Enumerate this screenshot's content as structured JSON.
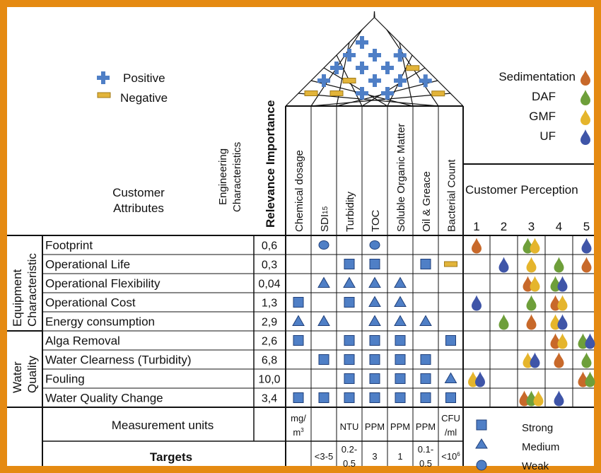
{
  "legend": {
    "positive": "Positive",
    "negative": "Negative",
    "colors": {
      "positive": "#4f7fc6",
      "negative": "#e2b43a"
    },
    "methods": [
      {
        "name": "Sedimentation",
        "color": "#c8692a"
      },
      {
        "name": "DAF",
        "color": "#6e9f3a"
      },
      {
        "name": "GMF",
        "color": "#e5b52c"
      },
      {
        "name": "UF",
        "color": "#3f55a8"
      }
    ]
  },
  "header": {
    "engineering_characteristics": [
      "Engineering",
      "Characteristics"
    ],
    "customer_attributes": [
      "Customer",
      "Attributes"
    ],
    "relevance_importance": "Relevance Importance",
    "customer_perception": "Customer Perception",
    "scale": [
      "1",
      "2",
      "3",
      "4",
      "5"
    ]
  },
  "engineering_columns": [
    "Chemical dosage",
    "SDI15",
    "Turbidity",
    "TOC",
    "Soluble Organic Matter",
    "Oil & Greace",
    "Bacterial Count"
  ],
  "groups": [
    {
      "label": [
        "Equipment",
        "Characteristic"
      ]
    },
    {
      "label": [
        "Water",
        "Quality"
      ]
    }
  ],
  "rows": [
    {
      "attribute": "Footprint",
      "importance": "0,6",
      "cells": [
        "",
        "weak",
        "",
        "weak",
        "",
        "",
        ""
      ],
      "perception": [
        [
          "sed"
        ],
        [],
        [
          "daf",
          "gmf"
        ],
        [],
        [
          "uf"
        ]
      ]
    },
    {
      "attribute": "Operational Life",
      "importance": "0,3",
      "cells": [
        "",
        "",
        "strong",
        "strong",
        "",
        "strong",
        "neg"
      ],
      "perception": [
        [],
        [
          "uf"
        ],
        [
          "gmf"
        ],
        [
          "daf"
        ],
        [
          "sed"
        ]
      ]
    },
    {
      "attribute": "Operational Flexibility",
      "importance": "0,04",
      "cells": [
        "",
        "medium",
        "medium",
        "medium",
        "medium",
        "",
        ""
      ],
      "perception": [
        [],
        [],
        [
          "sed",
          "gmf"
        ],
        [
          "daf",
          "uf"
        ],
        []
      ]
    },
    {
      "attribute": "Operational Cost",
      "importance": "1,3",
      "cells": [
        "strong",
        "",
        "strong",
        "medium",
        "medium",
        "",
        ""
      ],
      "perception": [
        [
          "uf"
        ],
        [],
        [
          "daf"
        ],
        [
          "sed",
          "gmf"
        ],
        []
      ]
    },
    {
      "attribute": "Energy consumption",
      "importance": "2,9",
      "cells": [
        "medium",
        "medium",
        "",
        "medium",
        "medium",
        "medium",
        ""
      ],
      "perception": [
        [],
        [
          "daf"
        ],
        [
          "sed"
        ],
        [
          "gmf",
          "uf"
        ],
        []
      ]
    },
    {
      "attribute": "Alga Removal",
      "importance": "2,6",
      "cells": [
        "strong",
        "",
        "strong",
        "strong",
        "strong",
        "",
        "strong"
      ],
      "perception": [
        [],
        [],
        [],
        [
          "sed",
          "gmf"
        ],
        [
          "daf",
          "uf"
        ]
      ]
    },
    {
      "attribute": "Water Clearness (Turbidity)",
      "importance": "6,8",
      "cells": [
        "",
        "strong",
        "strong",
        "strong",
        "strong",
        "strong",
        ""
      ],
      "perception": [
        [],
        [],
        [
          "gmf",
          "uf"
        ],
        [
          "sed"
        ],
        [
          "daf"
        ]
      ]
    },
    {
      "attribute": "Fouling",
      "importance": "10,0",
      "cells": [
        "",
        "",
        "strong",
        "strong",
        "strong",
        "strong",
        "medium"
      ],
      "perception": [
        [
          "gmf",
          "uf"
        ],
        [],
        [],
        [],
        [
          "sed",
          "daf"
        ]
      ]
    },
    {
      "attribute": "Water Quality Change",
      "importance": "3,4",
      "cells": [
        "strong",
        "strong",
        "strong",
        "strong",
        "strong",
        "strong",
        "strong"
      ],
      "perception": [
        [],
        [],
        [
          "sed",
          "daf",
          "gmf"
        ],
        [
          "uf"
        ],
        []
      ]
    }
  ],
  "measurement": {
    "label": "Measurement units",
    "units": [
      [
        "mg/",
        "m3"
      ],
      [],
      [
        "NTU"
      ],
      [
        "PPM"
      ],
      [
        "PPM"
      ],
      [
        "PPM"
      ],
      [
        "CFU",
        "/ml"
      ]
    ]
  },
  "targets": {
    "label": "Targets",
    "values": [
      [],
      [
        "<3-5"
      ],
      [
        "0.2-",
        "0.5"
      ],
      [
        "3"
      ],
      [
        "1"
      ],
      [
        "0.1-",
        "0.5"
      ],
      [
        "<106"
      ]
    ]
  },
  "relationship_legend": {
    "strong": "Strong",
    "medium": "Medium",
    "weak": "Weak"
  },
  "roof": {
    "positive": [
      [
        1,
        3
      ],
      [
        1,
        4
      ],
      [
        1,
        5
      ],
      [
        1,
        6
      ],
      [
        2,
        5
      ],
      [
        2,
        6
      ],
      [
        3,
        4
      ],
      [
        3,
        5
      ],
      [
        3,
        6
      ],
      [
        3,
        7
      ],
      [
        4,
        5
      ],
      [
        4,
        6
      ],
      [
        5,
        7
      ]
    ],
    "negative": [
      [
        1,
        2
      ],
      [
        2,
        3
      ],
      [
        2,
        4
      ],
      [
        4,
        7
      ],
      [
        6,
        7
      ]
    ]
  }
}
